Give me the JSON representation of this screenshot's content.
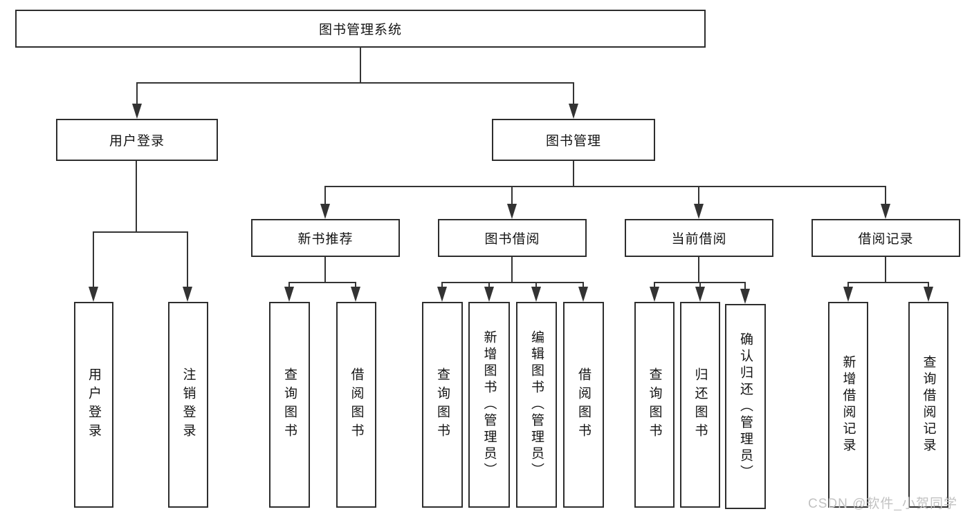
{
  "tree": {
    "root": {
      "label": "图书管理系统"
    },
    "branches": [
      {
        "label": "用户登录",
        "children": [
          {
            "label": "用户登录"
          },
          {
            "label": "注销登录"
          }
        ]
      },
      {
        "label": "图书管理",
        "children": [
          {
            "label": "新书推荐",
            "children": [
              {
                "label": "查询图书"
              },
              {
                "label": "借阅图书"
              }
            ]
          },
          {
            "label": "图书借阅",
            "children": [
              {
                "label": "查询图书"
              },
              {
                "label": "新增图书（管理员）"
              },
              {
                "label": "编辑图书（管理员）"
              },
              {
                "label": "借阅图书"
              }
            ]
          },
          {
            "label": "当前借阅",
            "children": [
              {
                "label": "查询图书"
              },
              {
                "label": "归还图书"
              },
              {
                "label": "确认归还（管理员）"
              }
            ]
          },
          {
            "label": "借阅记录",
            "children": [
              {
                "label": "新增借阅记录"
              },
              {
                "label": "查询借阅记录"
              }
            ]
          }
        ]
      }
    ]
  },
  "watermark": {
    "text": "CSDN @软件_小贺同学"
  },
  "colors": {
    "background": "#ffffff",
    "line": "#333333",
    "box_border": "#2d2d2d",
    "text": "#141414",
    "watermark": "#c2c2c2"
  }
}
